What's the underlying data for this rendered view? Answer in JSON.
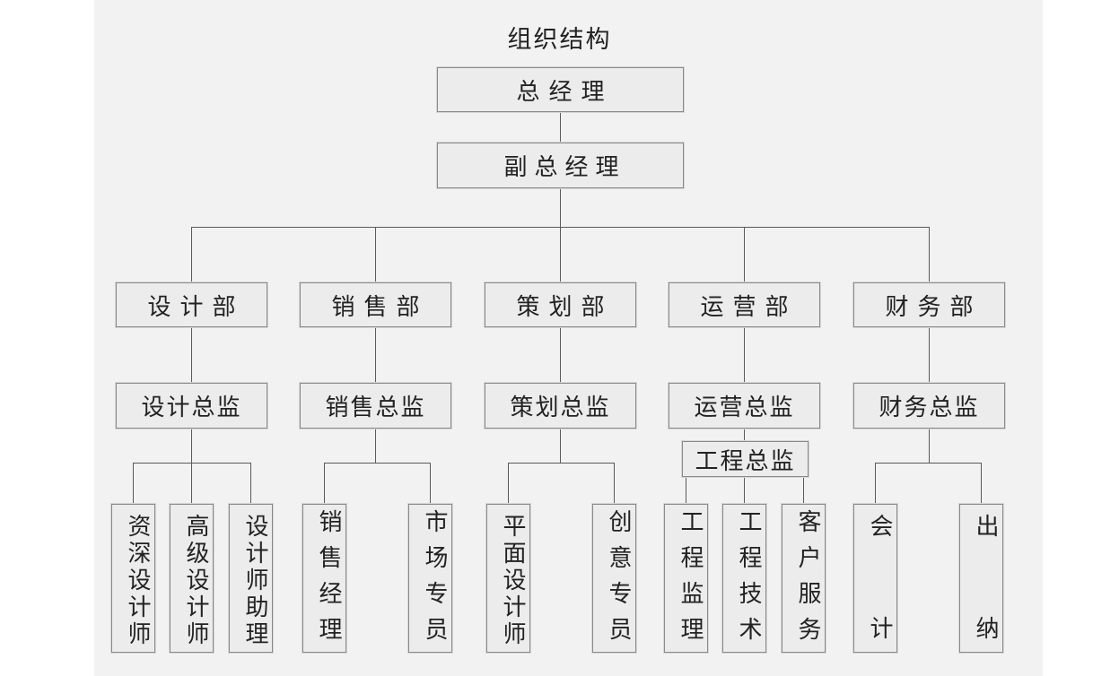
{
  "title": "组织结构",
  "ceo": "总经理",
  "vp": "副总经理",
  "departments": [
    "设计部",
    "销售部",
    "策划部",
    "运营部",
    "财务部"
  ],
  "directors": [
    "设计总监",
    "销售总监",
    "策划总监",
    "运营总监",
    "财务总监"
  ],
  "engineering_director": "工程总监",
  "staff": {
    "design": [
      "资深设计师",
      "高级设计师",
      "设计师助理"
    ],
    "sales": [
      "销售经理",
      "市场专员"
    ],
    "planning": [
      "平面设计师",
      "创意专员"
    ],
    "operations": [
      "工程监理",
      "工程技术",
      "客户服务"
    ],
    "finance": {
      "accounting": [
        "会",
        "计"
      ],
      "cashier": [
        "出",
        "纳"
      ]
    }
  }
}
